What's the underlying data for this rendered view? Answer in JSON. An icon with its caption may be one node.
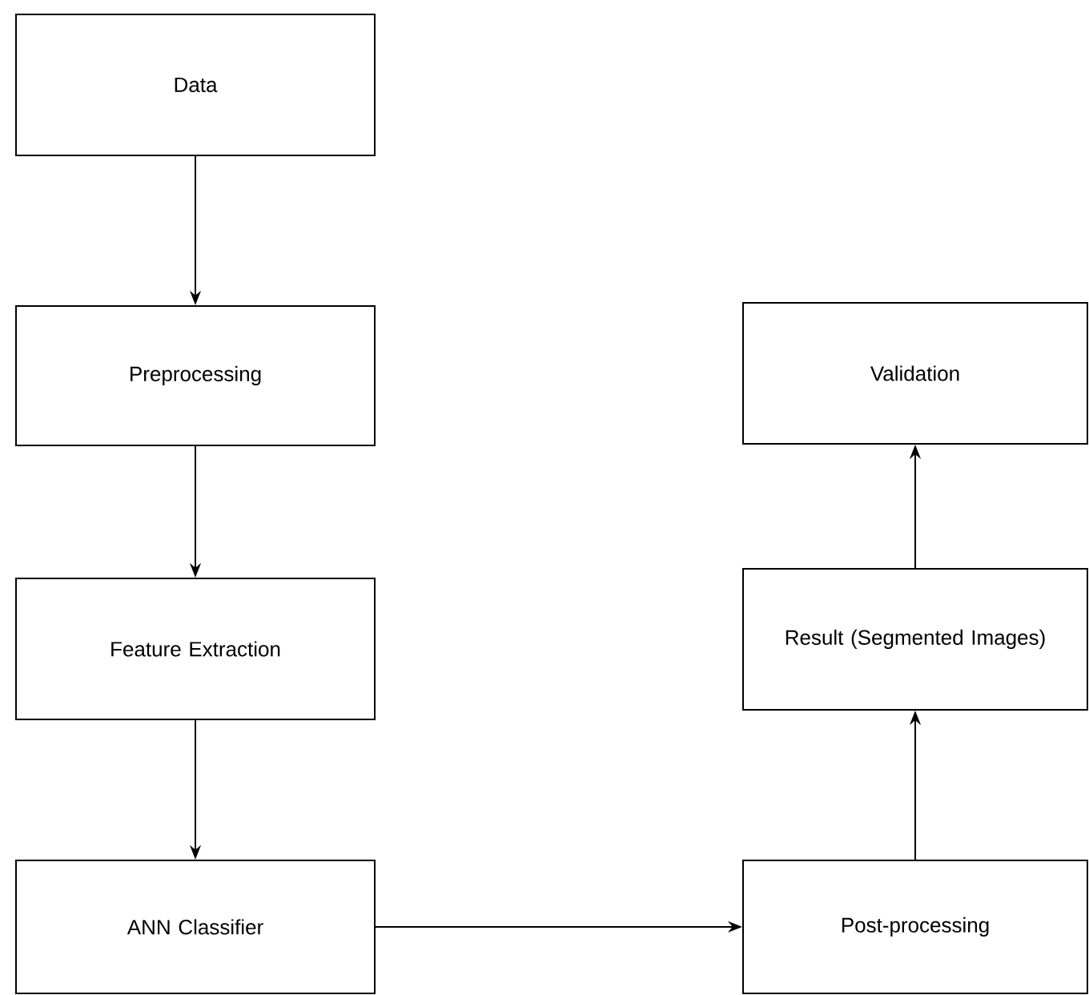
{
  "diagram": {
    "nodes": [
      {
        "text": [
          "Data"
        ]
      },
      {
        "text": [
          "Preprocessing"
        ]
      },
      {
        "text": [
          "Feature Extraction"
        ]
      },
      {
        "text": [
          "ANN Classifier"
        ]
      },
      {
        "text": [
          "Post-processing"
        ]
      },
      {
        "text": [
          "Result (Segmented Images)"
        ]
      },
      {
        "text": [
          "Validation"
        ]
      }
    ],
    "edges": [
      {
        "from": 0,
        "to": 1,
        "arrow": "to"
      },
      {
        "from": 1,
        "to": 2,
        "arrow": "to"
      },
      {
        "from": 2,
        "to": 3,
        "arrow": "to"
      },
      {
        "from": 3,
        "to": 4,
        "arrow": "to"
      },
      {
        "from": 4,
        "to": 5,
        "arrow": "to"
      },
      {
        "from": 5,
        "to": 6,
        "arrow": "to"
      }
    ]
  }
}
